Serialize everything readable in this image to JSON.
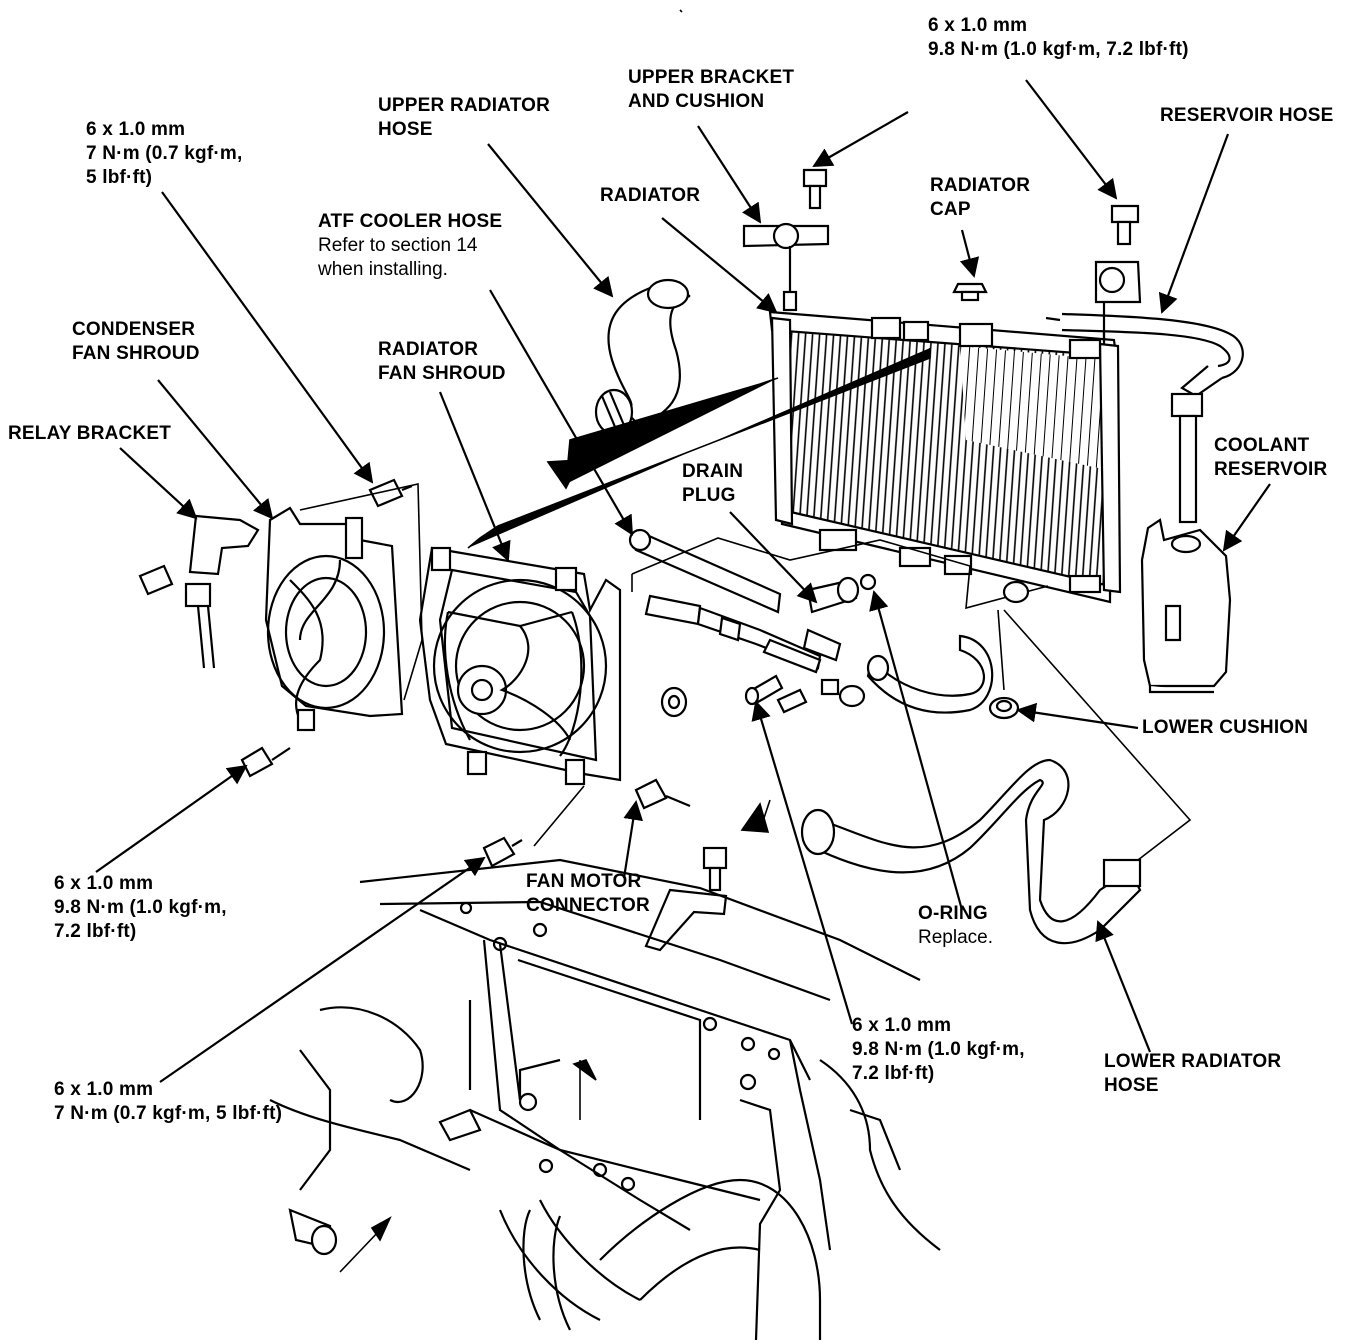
{
  "labels": {
    "top_bolt": {
      "line1": "6 x 1.0 mm",
      "line2": "9.8 N·m (1.0 kgf·m, 7.2 lbf·ft)"
    },
    "upper_bracket": {
      "line1": "UPPER BRACKET",
      "line2": "AND CUSHION"
    },
    "upper_radiator_hose": {
      "line1": "UPPER RADIATOR",
      "line2": "HOSE"
    },
    "reservoir_hose": {
      "line1": "RESERVOIR HOSE"
    },
    "left_bolt_small": {
      "line1": "6 x 1.0 mm",
      "line2": "7 N·m (0.7 kgf·m,",
      "line3": "5 lbf·ft)"
    },
    "radiator": {
      "line1": "RADIATOR"
    },
    "radiator_cap": {
      "line1": "RADIATOR",
      "line2": "CAP"
    },
    "atf_cooler_hose": {
      "line1": "ATF COOLER HOSE",
      "line2": "Refer to section 14",
      "line3": "when installing."
    },
    "condenser_fan_shroud": {
      "line1": "CONDENSER",
      "line2": "FAN SHROUD"
    },
    "radiator_fan_shroud": {
      "line1": "RADIATOR",
      "line2": "FAN SHROUD"
    },
    "relay_bracket": {
      "line1": "RELAY BRACKET"
    },
    "coolant_reservoir": {
      "line1": "COOLANT",
      "line2": "RESERVOIR"
    },
    "drain_plug": {
      "line1": "DRAIN",
      "line2": "PLUG"
    },
    "lower_cushion": {
      "line1": "LOWER CUSHION"
    },
    "left_bolt_large": {
      "line1": "6 x 1.0 mm",
      "line2": "9.8 N·m (1.0 kgf·m,",
      "line3": "7.2 lbf·ft)"
    },
    "fan_motor_connector": {
      "line1": "FAN MOTOR",
      "line2": "CONNECTOR"
    },
    "o_ring": {
      "line1": "O-RING",
      "line2": "Replace."
    },
    "mid_bolt": {
      "line1": "6 x 1.0 mm",
      "line2": "9.8 N·m (1.0 kgf·m,",
      "line3": "7.2 lbf·ft)"
    },
    "lower_radiator_hose": {
      "line1": "LOWER RADIATOR",
      "line2": "HOSE"
    },
    "bottom_bolt": {
      "line1": "6 x 1.0 mm",
      "line2": "7 N·m (0.7 kgf·m, 5 lbf·ft)"
    }
  },
  "colors": {
    "ink": "#000000",
    "paper": "#ffffff"
  }
}
